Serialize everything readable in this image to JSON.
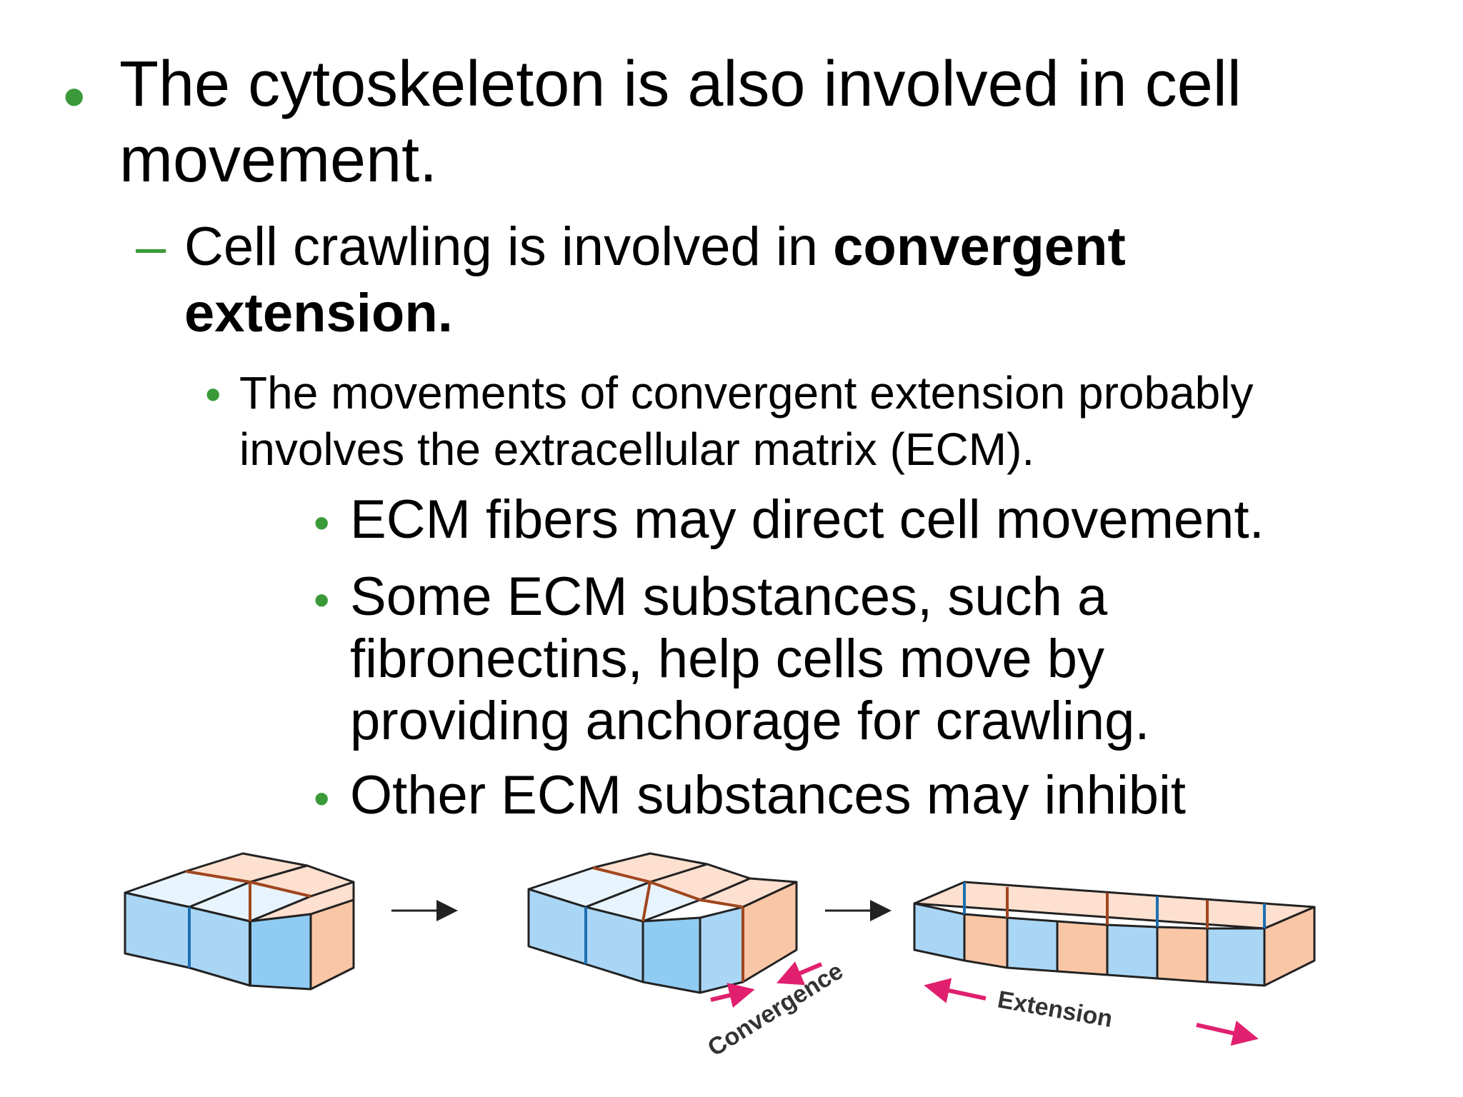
{
  "bullets": {
    "l1_line1": "The cytoskeleton is also involved in cell",
    "l1_line2": "movement.",
    "l2_pre": "Cell crawling is involved in ",
    "l2_bold1": "convergent",
    "l2_bold2": "extension.",
    "l3_line1": "The movements of convergent extension probably",
    "l3_line2": "involves the extracellular matrix (ECM).",
    "l4a": "ECM fibers may direct cell movement.",
    "l4b_line1": "Some ECM substances, such a",
    "l4b_line2": "fibronectins, help cells move by",
    "l4b_line3": "providing anchorage for crawling.",
    "l4c": "Other ECM substances may inhibit"
  },
  "markers": {
    "bullet": "•",
    "dash": "–"
  },
  "figure": {
    "convergence_label": "Convergence",
    "extension_label": "Extension"
  },
  "colors": {
    "bullet": "#3a9a3a",
    "blue_cell": "#a9d6f5",
    "orange_cell": "#f9c6a6",
    "arrow_magenta": "#e0206f"
  }
}
